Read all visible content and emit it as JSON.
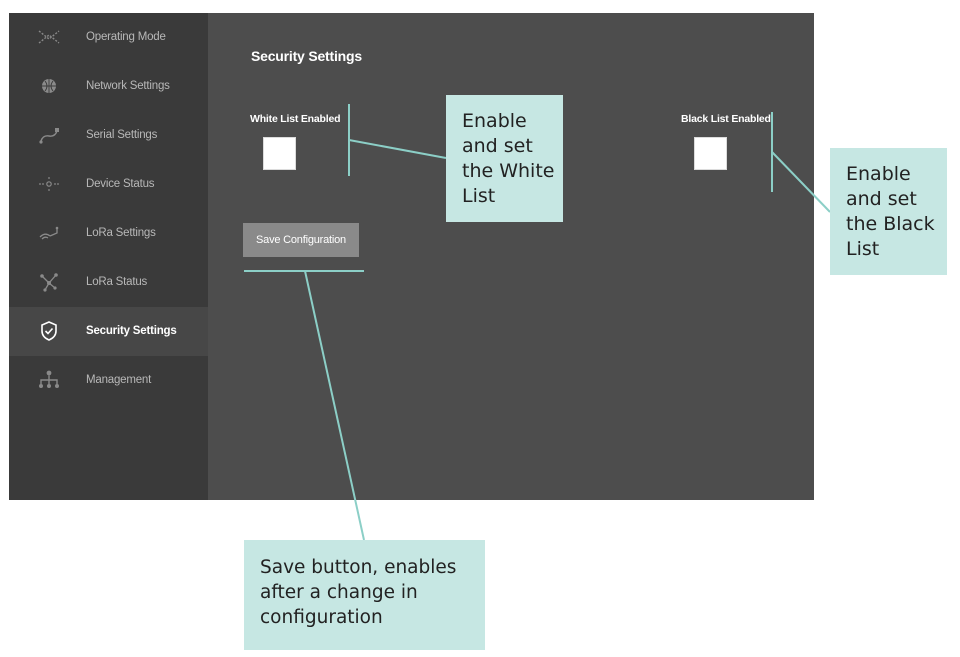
{
  "sidebar": {
    "items": [
      {
        "label": "Operating Mode",
        "icon": "operating-mode-icon"
      },
      {
        "label": "Network Settings",
        "icon": "globe-icon"
      },
      {
        "label": "Serial Settings",
        "icon": "serial-cable-icon"
      },
      {
        "label": "Device Status",
        "icon": "device-status-icon"
      },
      {
        "label": "LoRa Settings",
        "icon": "lora-antenna-icon"
      },
      {
        "label": "LoRa Status",
        "icon": "lora-network-icon"
      },
      {
        "label": "Security Settings",
        "icon": "shield-check-icon",
        "active": true
      },
      {
        "label": "Management",
        "icon": "org-tree-icon"
      }
    ]
  },
  "main": {
    "title": "Security Settings",
    "white_list_label": "White List Enabled",
    "black_list_label": "Black List Enabled",
    "white_list_checked": false,
    "black_list_checked": false,
    "save_label": "Save Configuration"
  },
  "callouts": {
    "white_list": "Enable and set the White List",
    "black_list": "Enable and set the Black List",
    "save": "Save button, enables after a change in configuration"
  },
  "colors": {
    "sidebar_bg": "#3a3a3a",
    "main_bg": "#4d4d4d",
    "active_item_bg": "#474747",
    "callout_bg": "#c6e7e3",
    "leader_line": "#8ccfc7"
  }
}
